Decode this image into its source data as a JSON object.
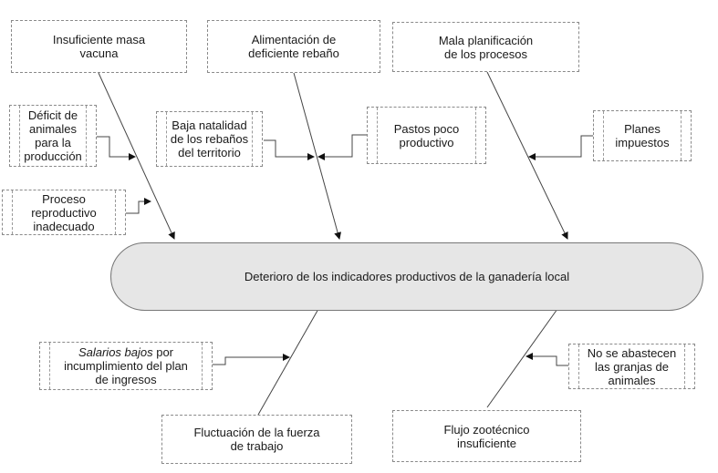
{
  "effect": {
    "label": "Deterioro de los indicadores productivos de la ganadería local"
  },
  "causes": {
    "top": [
      {
        "label": "Insuficiente masa\nvacuna"
      },
      {
        "label": "Alimentación de\ndeficiente rebaño"
      },
      {
        "label": "Mala planificación\nde los procesos"
      }
    ],
    "bottom": [
      {
        "label": "Fluctuación de la fuerza\nde trabajo"
      },
      {
        "label": "Flujo zootécnico\ninsuficiente"
      }
    ]
  },
  "subcauses": {
    "deficit": {
      "label": "Déficit de\nanimales\npara la\nproducción"
    },
    "proceso": {
      "label": "Proceso\nreproductivo\ninadecuado"
    },
    "baja_natalidad": {
      "label": "Baja natalidad\nde los rebaños\ndel territorio"
    },
    "pastos": {
      "label": "Pastos poco\nproductivo"
    },
    "planes": {
      "label": "Planes\nimpuestos"
    },
    "salarios": {
      "italic": "Salarios bajos",
      "rest": " por\nincumplimiento del plan\nde ingresos"
    },
    "abastecen": {
      "label": "No se abastecen\nlas granjas de\nanimales"
    }
  }
}
